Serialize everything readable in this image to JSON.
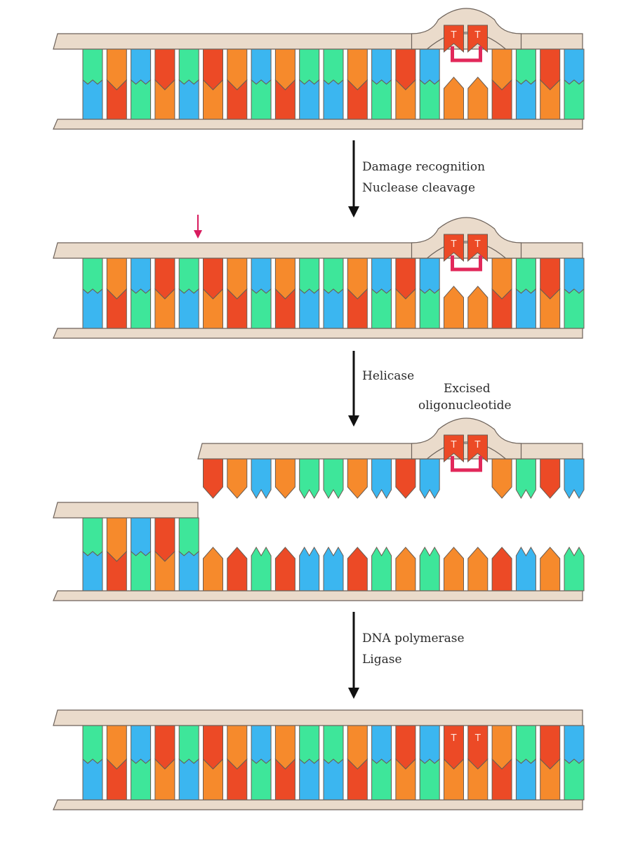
{
  "colors": {
    "backbone": "#eadbcb",
    "backbone_stroke": "#6d625a",
    "base_stroke": "#6b5c52",
    "green": "#3ee69a",
    "blue": "#3bb6f0",
    "orange": "#f68a2c",
    "red": "#ec4a26",
    "dimer_link": "#e2285a",
    "arrow": "#111111",
    "cut_marker": "#d81b5e"
  },
  "steps": [
    {
      "lines": [
        "Damage recognition",
        "Nuclease cleavage"
      ]
    },
    {
      "lines": [
        "Helicase"
      ]
    },
    {
      "lines": [
        "DNA polymerase",
        "Ligase"
      ]
    }
  ],
  "excised_label": [
    "Excised",
    "oligonucleotide"
  ],
  "dimer_base_label": "T",
  "icons": {
    "cut_site": "arrow-down-icon"
  }
}
